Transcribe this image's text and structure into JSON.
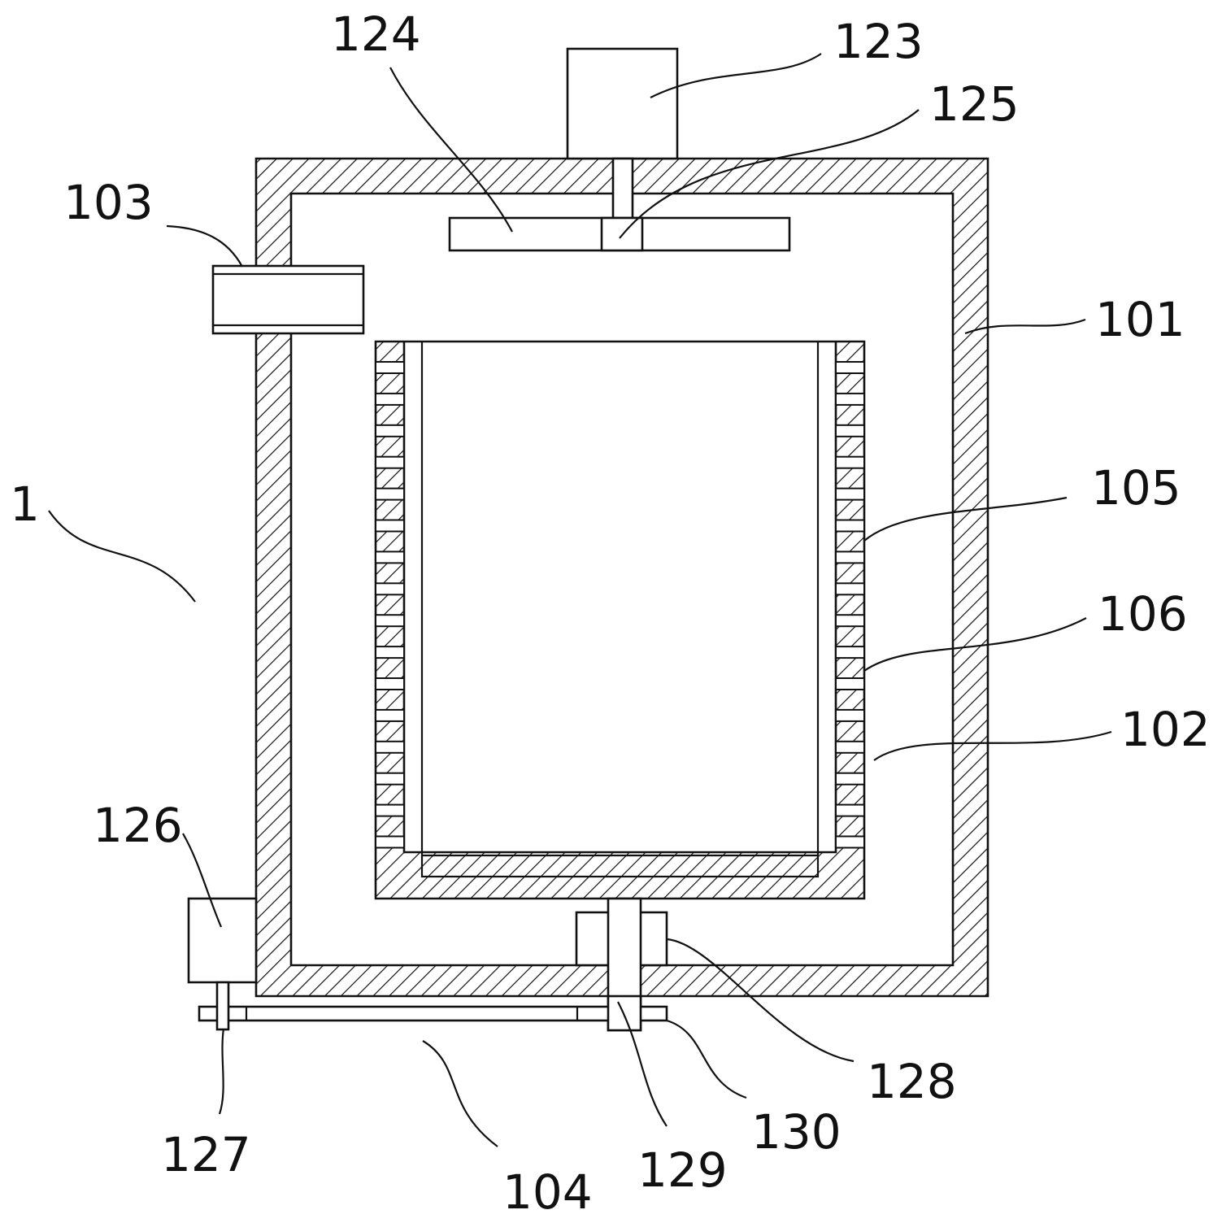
{
  "figure": {
    "labels": {
      "l1": "1",
      "l101": "101",
      "l102": "102",
      "l103": "103",
      "l104": "104",
      "l105": "105",
      "l106": "106",
      "l123": "123",
      "l124": "124",
      "l125": "125",
      "l126": "126",
      "l127": "127",
      "l128": "128",
      "l129": "129",
      "l130": "130"
    }
  },
  "colors": {
    "line": "#111111",
    "fill": "#ffffff"
  }
}
